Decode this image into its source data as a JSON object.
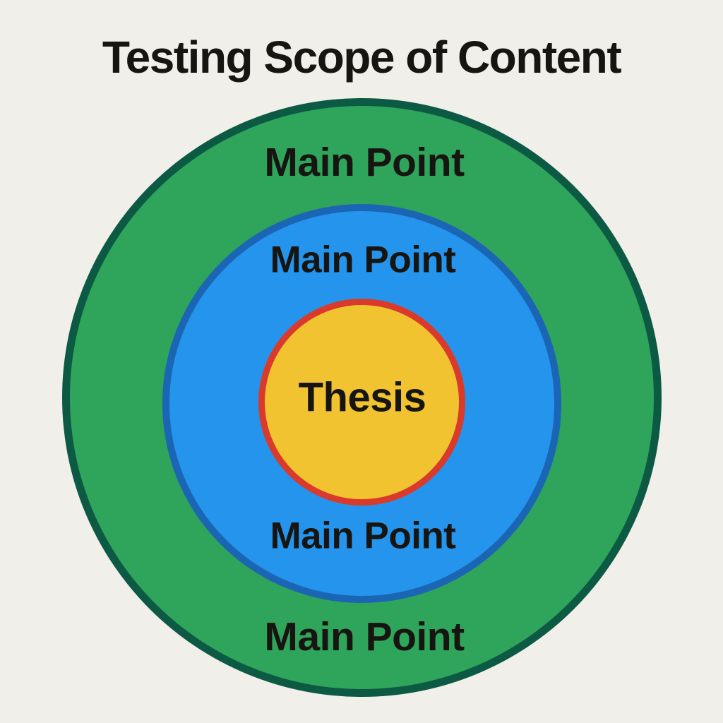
{
  "title": "Testing Scope of Content",
  "background_color": "#f1efe9",
  "text_color": "#171511",
  "diagram": {
    "type": "concentric-circles",
    "outer_ring": {
      "label_top": "Main Point",
      "label_bottom": "Main Point",
      "fill_color": "#2fa45b",
      "border_color": "#0c5a44"
    },
    "middle_ring": {
      "label_top": "Main Point",
      "label_bottom": "Main Point",
      "fill_color": "#2494ec",
      "border_color": "#1b66b4"
    },
    "inner_circle": {
      "label": "Thesis",
      "fill_color": "#f2c331",
      "border_color": "#da3a2b"
    }
  }
}
